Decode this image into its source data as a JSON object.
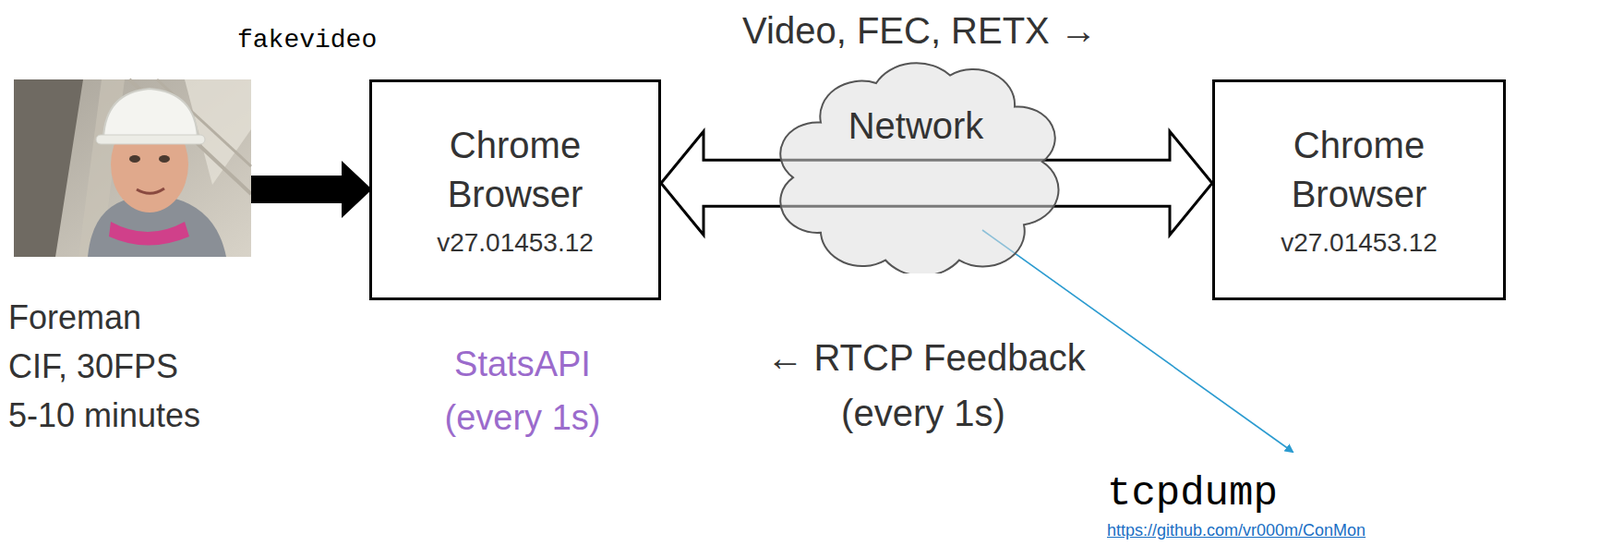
{
  "diagram": {
    "nodes": [
      {
        "text": [
          "Chrome Browser",
          "v27.01453.12"
        ]
      },
      {
        "text": [
          "Network"
        ]
      },
      {
        "text": [
          "Chrome Browser",
          "v27.01453.12"
        ]
      }
    ],
    "edges": [
      {
        "from": 0,
        "to": 2,
        "arrow": "both"
      }
    ],
    "labels": [
      "fakevideo",
      "Foreman",
      "CIF, 30FPS",
      "5-10 minutes",
      "StatsAPI",
      "(every 1s)",
      "Video, FEC, RETX →",
      "← RTCP Feedback",
      "(every 1s)",
      "tcpdump",
      "https://github.com/vr000m/ConMon"
    ]
  }
}
